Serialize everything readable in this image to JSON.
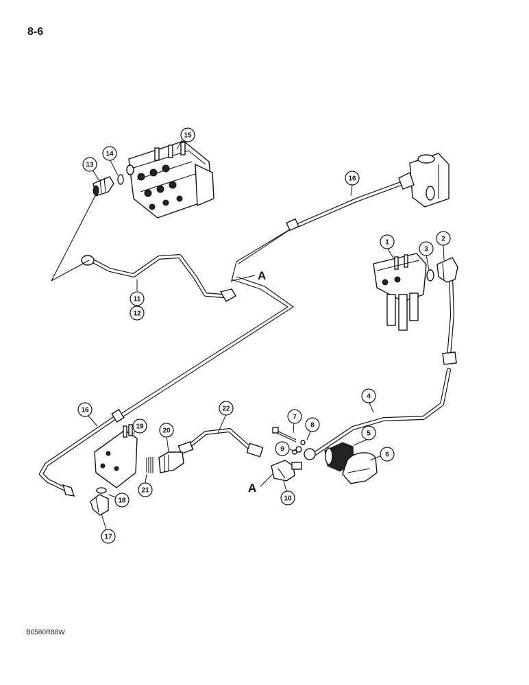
{
  "page": {
    "number": "8-6",
    "figure_code": "B0580R88W"
  },
  "callouts": [
    {
      "id": "c1",
      "label": "1"
    },
    {
      "id": "c2",
      "label": "2"
    },
    {
      "id": "c3",
      "label": "3"
    },
    {
      "id": "c4",
      "label": "4"
    },
    {
      "id": "c5",
      "label": "5"
    },
    {
      "id": "c6",
      "label": "6"
    },
    {
      "id": "c7",
      "label": "7"
    },
    {
      "id": "c8",
      "label": "8"
    },
    {
      "id": "c9",
      "label": "9"
    },
    {
      "id": "c10",
      "label": "10"
    },
    {
      "id": "c11",
      "label": "11"
    },
    {
      "id": "c12",
      "label": "12"
    },
    {
      "id": "c13",
      "label": "13"
    },
    {
      "id": "c14",
      "label": "14"
    },
    {
      "id": "c15",
      "label": "15"
    },
    {
      "id": "c16a",
      "label": "16"
    },
    {
      "id": "c16b",
      "label": "16"
    },
    {
      "id": "c17",
      "label": "17"
    },
    {
      "id": "c18",
      "label": "18"
    },
    {
      "id": "c19",
      "label": "19"
    },
    {
      "id": "c20",
      "label": "20"
    },
    {
      "id": "c21",
      "label": "21"
    },
    {
      "id": "c22",
      "label": "22"
    }
  ],
  "references": {
    "upper": "A",
    "lower": "A"
  }
}
